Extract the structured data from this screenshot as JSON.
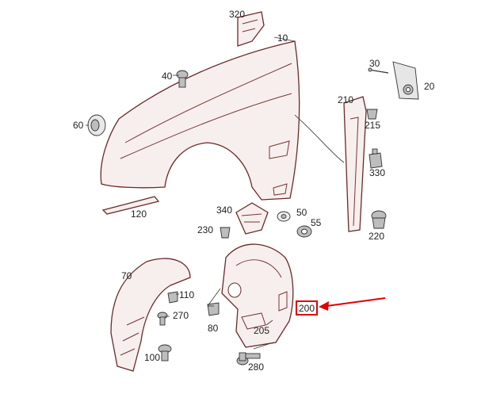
{
  "callouts": {
    "c320": "320",
    "c10": "10",
    "c30": "30",
    "c20": "20",
    "c40": "40",
    "c60": "60",
    "c210": "210",
    "c215": "215",
    "c330": "330",
    "c120": "120",
    "c340": "340",
    "c50": "50",
    "c55": "55",
    "c230": "230",
    "c220": "220",
    "c70": "70",
    "c110": "110",
    "c270": "270",
    "c80": "80",
    "c205": "205",
    "c200": "200",
    "c100": "100",
    "c280": "280"
  },
  "colors": {
    "part_outline": "#6b2a2a",
    "highlight": "#e00000"
  },
  "highlighted_part": "200"
}
